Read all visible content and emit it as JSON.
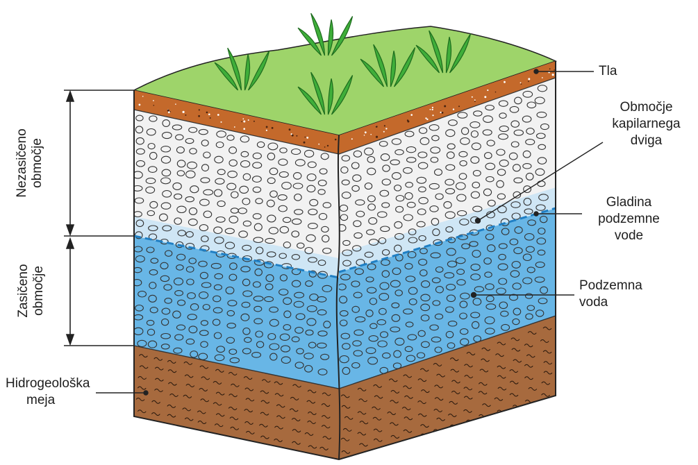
{
  "labels": {
    "soil": "Tla",
    "capillary_line1": "Območje",
    "capillary_line2": "kapilarnega",
    "capillary_line3": "dviga",
    "water_table_line1": "Gladina",
    "water_table_line2": "podzemne",
    "water_table_line3": "vode",
    "groundwater_line1": "Podzemna",
    "groundwater_line2": "voda",
    "boundary_line1": "Hidrogeološka",
    "boundary_line2": "meja",
    "unsaturated_line1": "Nezasičeno",
    "unsaturated_line2": "območje",
    "saturated_line1": "Zasičeno",
    "saturated_line2": "območje"
  },
  "colors": {
    "grass": "#9ed46a",
    "plant": "#3fae3a",
    "topsoil": "#c4692b",
    "gravel": "#f2f2f2",
    "capillary": "#cfe6f5",
    "groundwater": "#68b6e6",
    "water_table_line": "#1f7fc4",
    "bedrock": "#a76a3e"
  }
}
